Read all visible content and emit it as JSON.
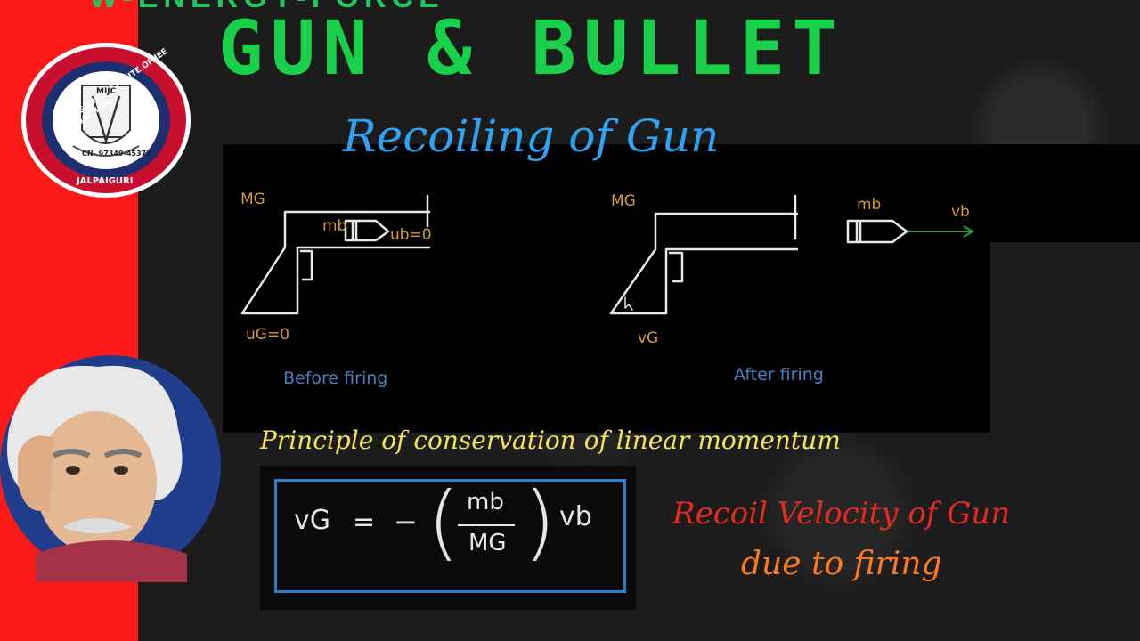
{
  "header": {
    "partial_top_text": "W-ENERGY-FORCE",
    "title": "GUN & BULLET",
    "subtitle": "Recoiling of Gun"
  },
  "logo": {
    "ring_text": "MAGNUS INSTITUTE OF IEE COACHING",
    "monogram": "MIJC",
    "phone": "CN- 97349-45372",
    "location": "JALPAIGURI"
  },
  "diagram": {
    "before": {
      "gun_mass": "MG",
      "bullet_mass": "mb",
      "bullet_velocity": "ub=0",
      "gun_velocity": "uG=0",
      "caption": "Before firing"
    },
    "after": {
      "gun_mass": "MG",
      "bullet_mass": "mb",
      "bullet_velocity": "vb",
      "gun_velocity": "vG",
      "caption": "After firing"
    }
  },
  "principle": "Principle of conservation of linear momentum",
  "equation": {
    "lhs": "vG",
    "equals": "=",
    "sign": "−",
    "numerator": "mb",
    "denominator": "MG",
    "rhs": "vb"
  },
  "caption": {
    "line1": "Recoil Velocity of Gun",
    "line2": "due to firing"
  },
  "colors": {
    "title": "#19d04a",
    "subtitle": "#2ea3f2",
    "principle": "#f4e35a",
    "recoil_line1": "#e52a20",
    "recoil_line2": "#ff7a1a",
    "strip": "#ff1a1a"
  }
}
